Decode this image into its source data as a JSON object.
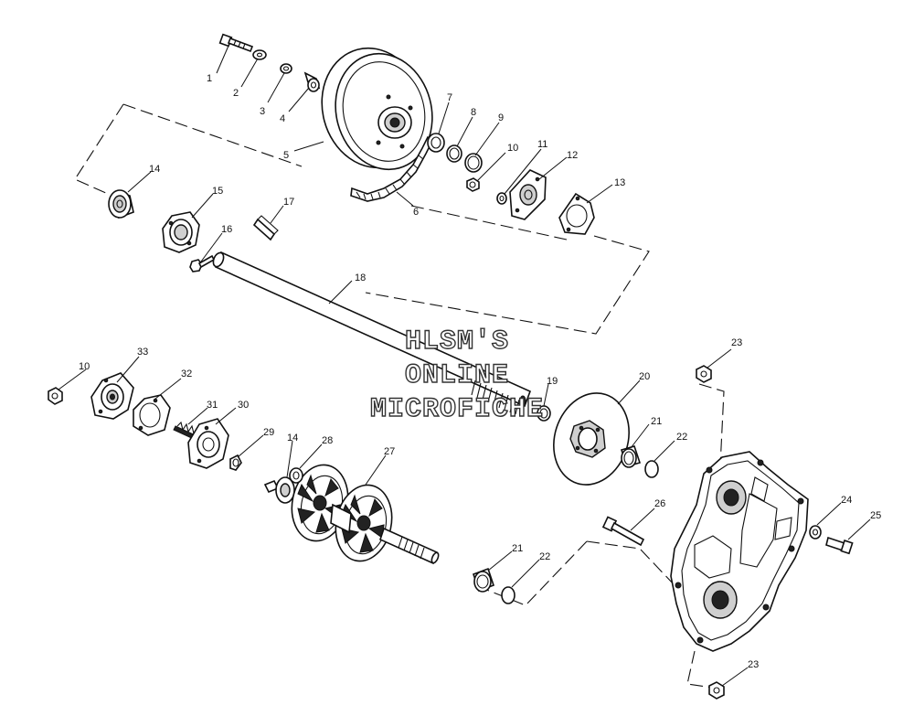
{
  "watermark": [
    "HLSM'S",
    "ONLINE",
    "MICROFICHE"
  ],
  "callouts": {
    "c1": "1",
    "c2": "2",
    "c3": "3",
    "c4": "4",
    "c5": "5",
    "c6": "6",
    "c7": "7",
    "c8": "8",
    "c9": "9",
    "c10a": "10",
    "c11": "11",
    "c12": "12",
    "c13": "13",
    "c14a": "14",
    "c15": "15",
    "c16": "16",
    "c17": "17",
    "c18": "18",
    "c19": "19",
    "c20": "20",
    "c21a": "21",
    "c22a": "22",
    "c23a": "23",
    "c10b": "10",
    "c33": "33",
    "c32": "32",
    "c31": "31",
    "c30": "30",
    "c29": "29",
    "c14b": "14",
    "c28": "28",
    "c27": "27",
    "c21b": "21",
    "c22b": "22",
    "c26": "26",
    "c24": "24",
    "c25": "25",
    "c23b": "23"
  }
}
